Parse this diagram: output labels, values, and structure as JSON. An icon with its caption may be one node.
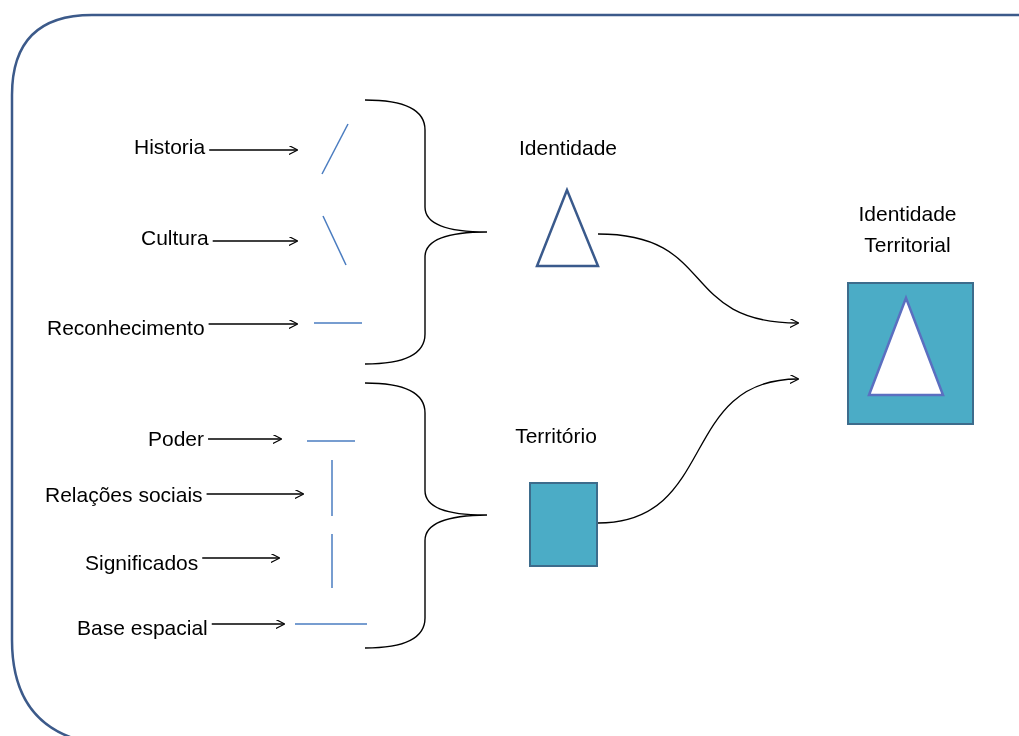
{
  "diagram": {
    "nodes": [
      {
        "text": [
          "Historia"
        ]
      },
      {
        "text": [
          "Cultura"
        ]
      },
      {
        "text": [
          "Reconhecimento"
        ]
      },
      {
        "text": [
          "Poder"
        ]
      },
      {
        "text": [
          "Relações sociais"
        ]
      },
      {
        "text": [
          "Significados"
        ]
      },
      {
        "text": [
          "Base espacial"
        ]
      },
      {
        "text": [
          "Identidade"
        ]
      },
      {
        "text": [
          "Território"
        ]
      },
      {
        "text": [
          "Identidade Territorial"
        ]
      }
    ],
    "edges": [
      {
        "from": 0,
        "to": null,
        "arrow": "to"
      },
      {
        "from": 1,
        "to": null,
        "arrow": "to"
      },
      {
        "from": 2,
        "to": null,
        "arrow": "to"
      },
      {
        "from": 3,
        "to": null,
        "arrow": "to"
      },
      {
        "from": 4,
        "to": null,
        "arrow": "to"
      },
      {
        "from": 5,
        "to": null,
        "arrow": "to"
      },
      {
        "from": 6,
        "to": null,
        "arrow": "to"
      },
      {
        "from": 7,
        "to": 9,
        "arrow": "to"
      },
      {
        "from": 8,
        "to": 9,
        "arrow": "to"
      }
    ]
  }
}
